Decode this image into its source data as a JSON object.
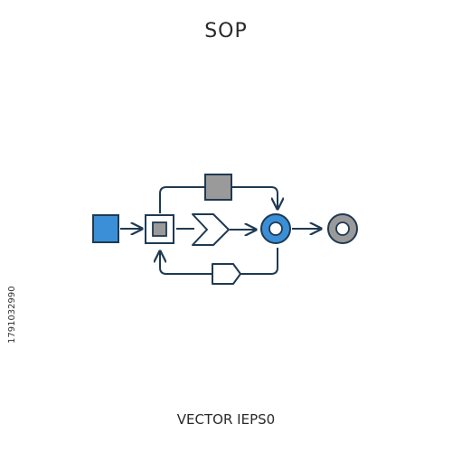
{
  "header": {
    "title": "SOP"
  },
  "footer": {
    "caption": "VECTOR IEPS0"
  },
  "stock_id": "1791032990",
  "colors": {
    "outline": "#1f3a52",
    "blue": "#3a8fd6",
    "gray": "#9a9a9a",
    "white": "#ffffff"
  },
  "icons": [
    "blue-square-icon",
    "framed-square-icon",
    "chevron-icon",
    "gray-square-icon",
    "pentagon-tag-icon",
    "blue-ring-icon",
    "gray-ring-icon"
  ]
}
